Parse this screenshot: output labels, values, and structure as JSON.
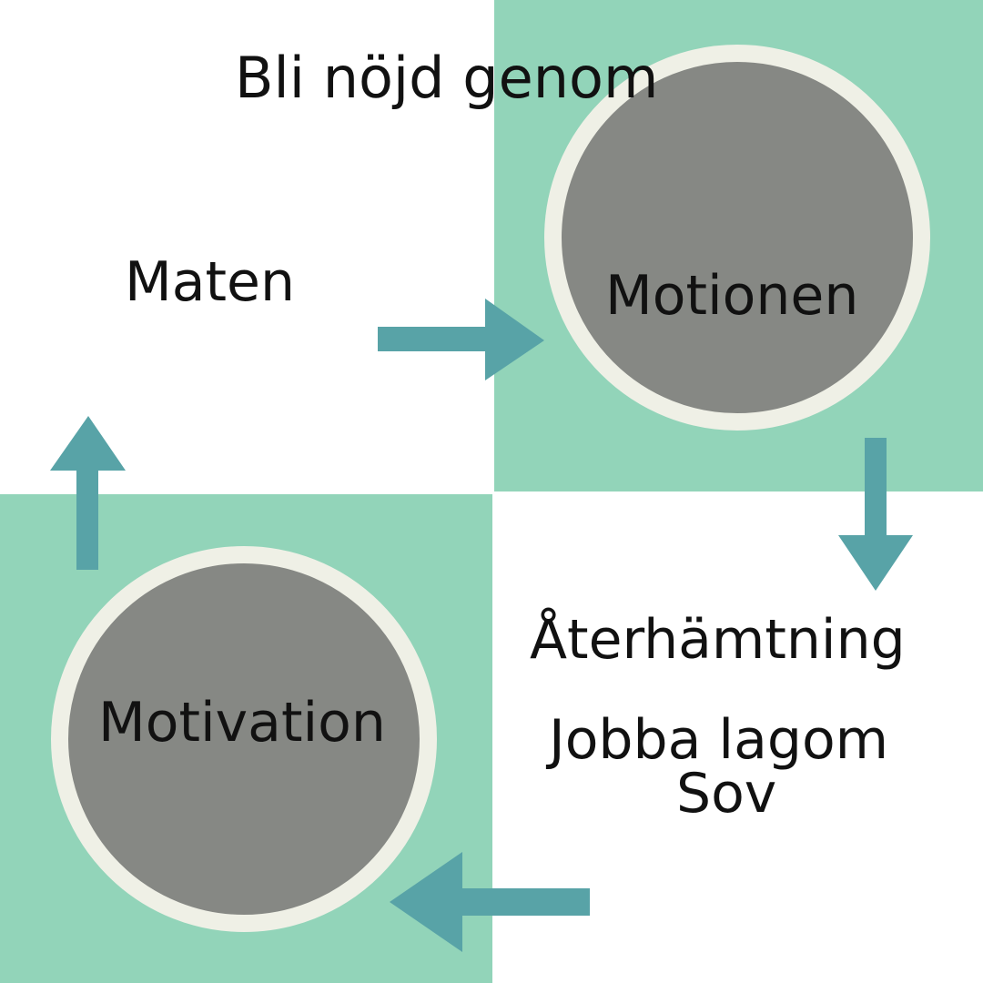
{
  "title": "Bli nöjd genom",
  "nodes": {
    "maten": "Maten",
    "motionen": "Motionen",
    "aterhamtning": "Återhämtning",
    "jobba_lagom": "Jobba lagom",
    "sov": "Sov",
    "motivation": "Motivation"
  },
  "colors": {
    "background": "#ffffff",
    "panel": "#92d4b9",
    "circle_fill": "#868884",
    "circle_ring": "#eff0e6",
    "arrow": "#58a3a7",
    "text": "#111111"
  },
  "icons": {
    "arrow_1": "arrow-right-icon",
    "arrow_2": "arrow-down-icon",
    "arrow_3": "arrow-left-icon",
    "arrow_4": "arrow-up-icon"
  }
}
